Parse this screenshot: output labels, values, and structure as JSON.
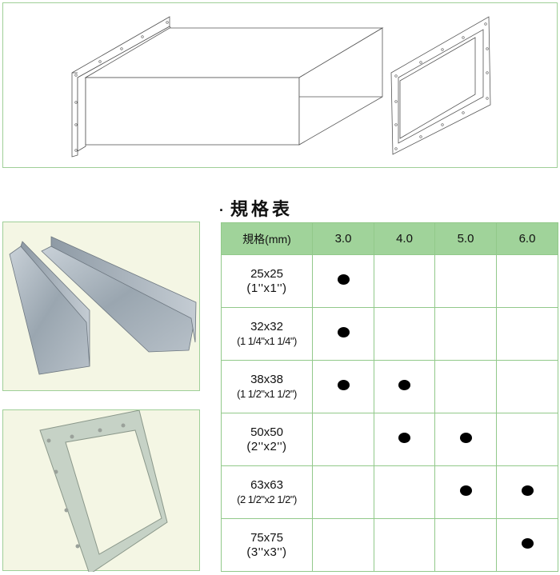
{
  "diagram": {
    "description": "Line drawing of rectangular duct with angle flange frame and detached flange frame",
    "border_color": "#9fcf98"
  },
  "photos": [
    {
      "name": "angle-iron-photo",
      "description": "Two galvanized steel angle bars",
      "background": "#f4f6e4"
    },
    {
      "name": "flange-frame-photo",
      "description": "Welded galvanized angle flange frame with bolt holes",
      "background": "#f4f6e4"
    }
  ],
  "section": {
    "bullet": "·",
    "title": "規格表"
  },
  "table": {
    "header_color": "#a0d39a",
    "grid_color": "#92c98a",
    "columns": [
      "規格(mm)",
      "3.0",
      "4.0",
      "5.0",
      "6.0"
    ],
    "rows": [
      {
        "size": "25x25",
        "inch": "(1''x1'')",
        "inch_style": "wide",
        "marks": [
          true,
          false,
          false,
          false
        ]
      },
      {
        "size": "32x32",
        "inch": "(1 1/4\"x1 1/4\")",
        "inch_style": "narrow",
        "marks": [
          true,
          false,
          false,
          false
        ]
      },
      {
        "size": "38x38",
        "inch": "(1 1/2\"x1 1/2\")",
        "inch_style": "narrow",
        "marks": [
          true,
          true,
          false,
          false
        ]
      },
      {
        "size": "50x50",
        "inch": "(2''x2'')",
        "inch_style": "wide",
        "marks": [
          false,
          true,
          true,
          false
        ]
      },
      {
        "size": "63x63",
        "inch": "(2 1/2\"x2 1/2\")",
        "inch_style": "narrow",
        "marks": [
          false,
          false,
          true,
          true
        ]
      },
      {
        "size": "75x75",
        "inch": "(3''x3'')",
        "inch_style": "wide",
        "marks": [
          false,
          false,
          false,
          true
        ]
      }
    ],
    "mark_symbol": "●"
  }
}
